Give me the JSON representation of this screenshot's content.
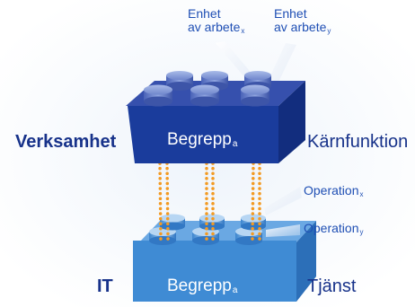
{
  "labels": {
    "unit_x": {
      "line1": "Enhet",
      "line2": "av arbete",
      "sub": "x"
    },
    "unit_y": {
      "line1": "Enhet",
      "line2": "av arbete",
      "sub": "y"
    },
    "business": "Verksamhet",
    "it": "IT",
    "concept_top": {
      "text": "Begrepp",
      "sub": "a"
    },
    "concept_bottom": {
      "text": "Begrepp",
      "sub": "a"
    },
    "core_function": "Kärnfunktion",
    "service": "Tjänst",
    "operation_x": {
      "text": "Operation",
      "sub": "x"
    },
    "operation_y": {
      "text": "Operation",
      "sub": "y"
    }
  },
  "colors": {
    "top_brick": "#1a3c9c",
    "bottom_brick": "#3f8bd4",
    "dots": "#f39a22",
    "text_dark": "#17328a",
    "text_blue": "#1f4fb4"
  }
}
